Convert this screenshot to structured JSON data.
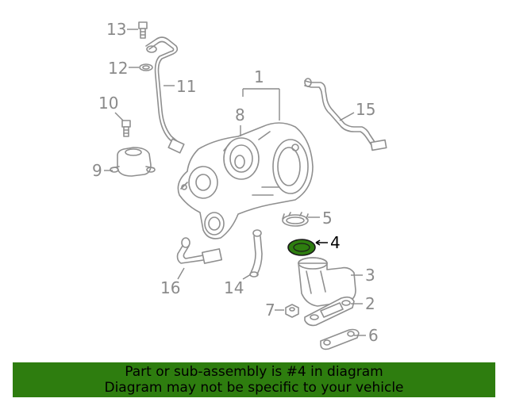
{
  "callouts": {
    "c1": "1",
    "c2": "2",
    "c3": "3",
    "c4": "4",
    "c5": "5",
    "c6": "6",
    "c7": "7",
    "c8": "8",
    "c9": "9",
    "c10": "10",
    "c11": "11",
    "c12": "12",
    "c13": "13",
    "c14": "14",
    "c15": "15",
    "c16": "16"
  },
  "highlight": {
    "part_number": "4",
    "color": "#2e7d0f"
  },
  "banner": {
    "line1": "Part or sub-assembly is #4 in diagram",
    "line2": "Diagram may not be specific to your vehicle",
    "background": "#2e7d0f"
  }
}
